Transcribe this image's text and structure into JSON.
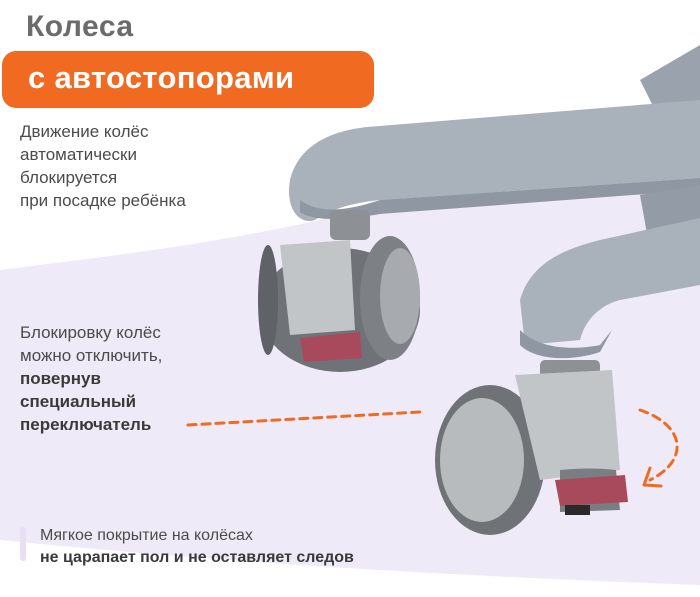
{
  "header": {
    "title": "Колеса",
    "badge": "с автостопорами"
  },
  "features": [
    {
      "lines": [
        "Движение колёс",
        "автоматически",
        "блокируется",
        "при посадке ребёнка"
      ]
    },
    {
      "lines": [
        "Блокировку колёс",
        "можно отключить,"
      ],
      "bold_lines": [
        "повернув",
        "специальный",
        "переключатель"
      ]
    }
  ],
  "note": {
    "line1": "Мягкое покрытие на колёсах",
    "line2": "не царапает пол и не оставляет следов"
  },
  "colors": {
    "accent": "#f06a22",
    "lavender": "#efeaf8",
    "chair_gray": "#a9b1ba",
    "wheel_gray": "#7c7f82",
    "switch": "#a94a5c"
  }
}
